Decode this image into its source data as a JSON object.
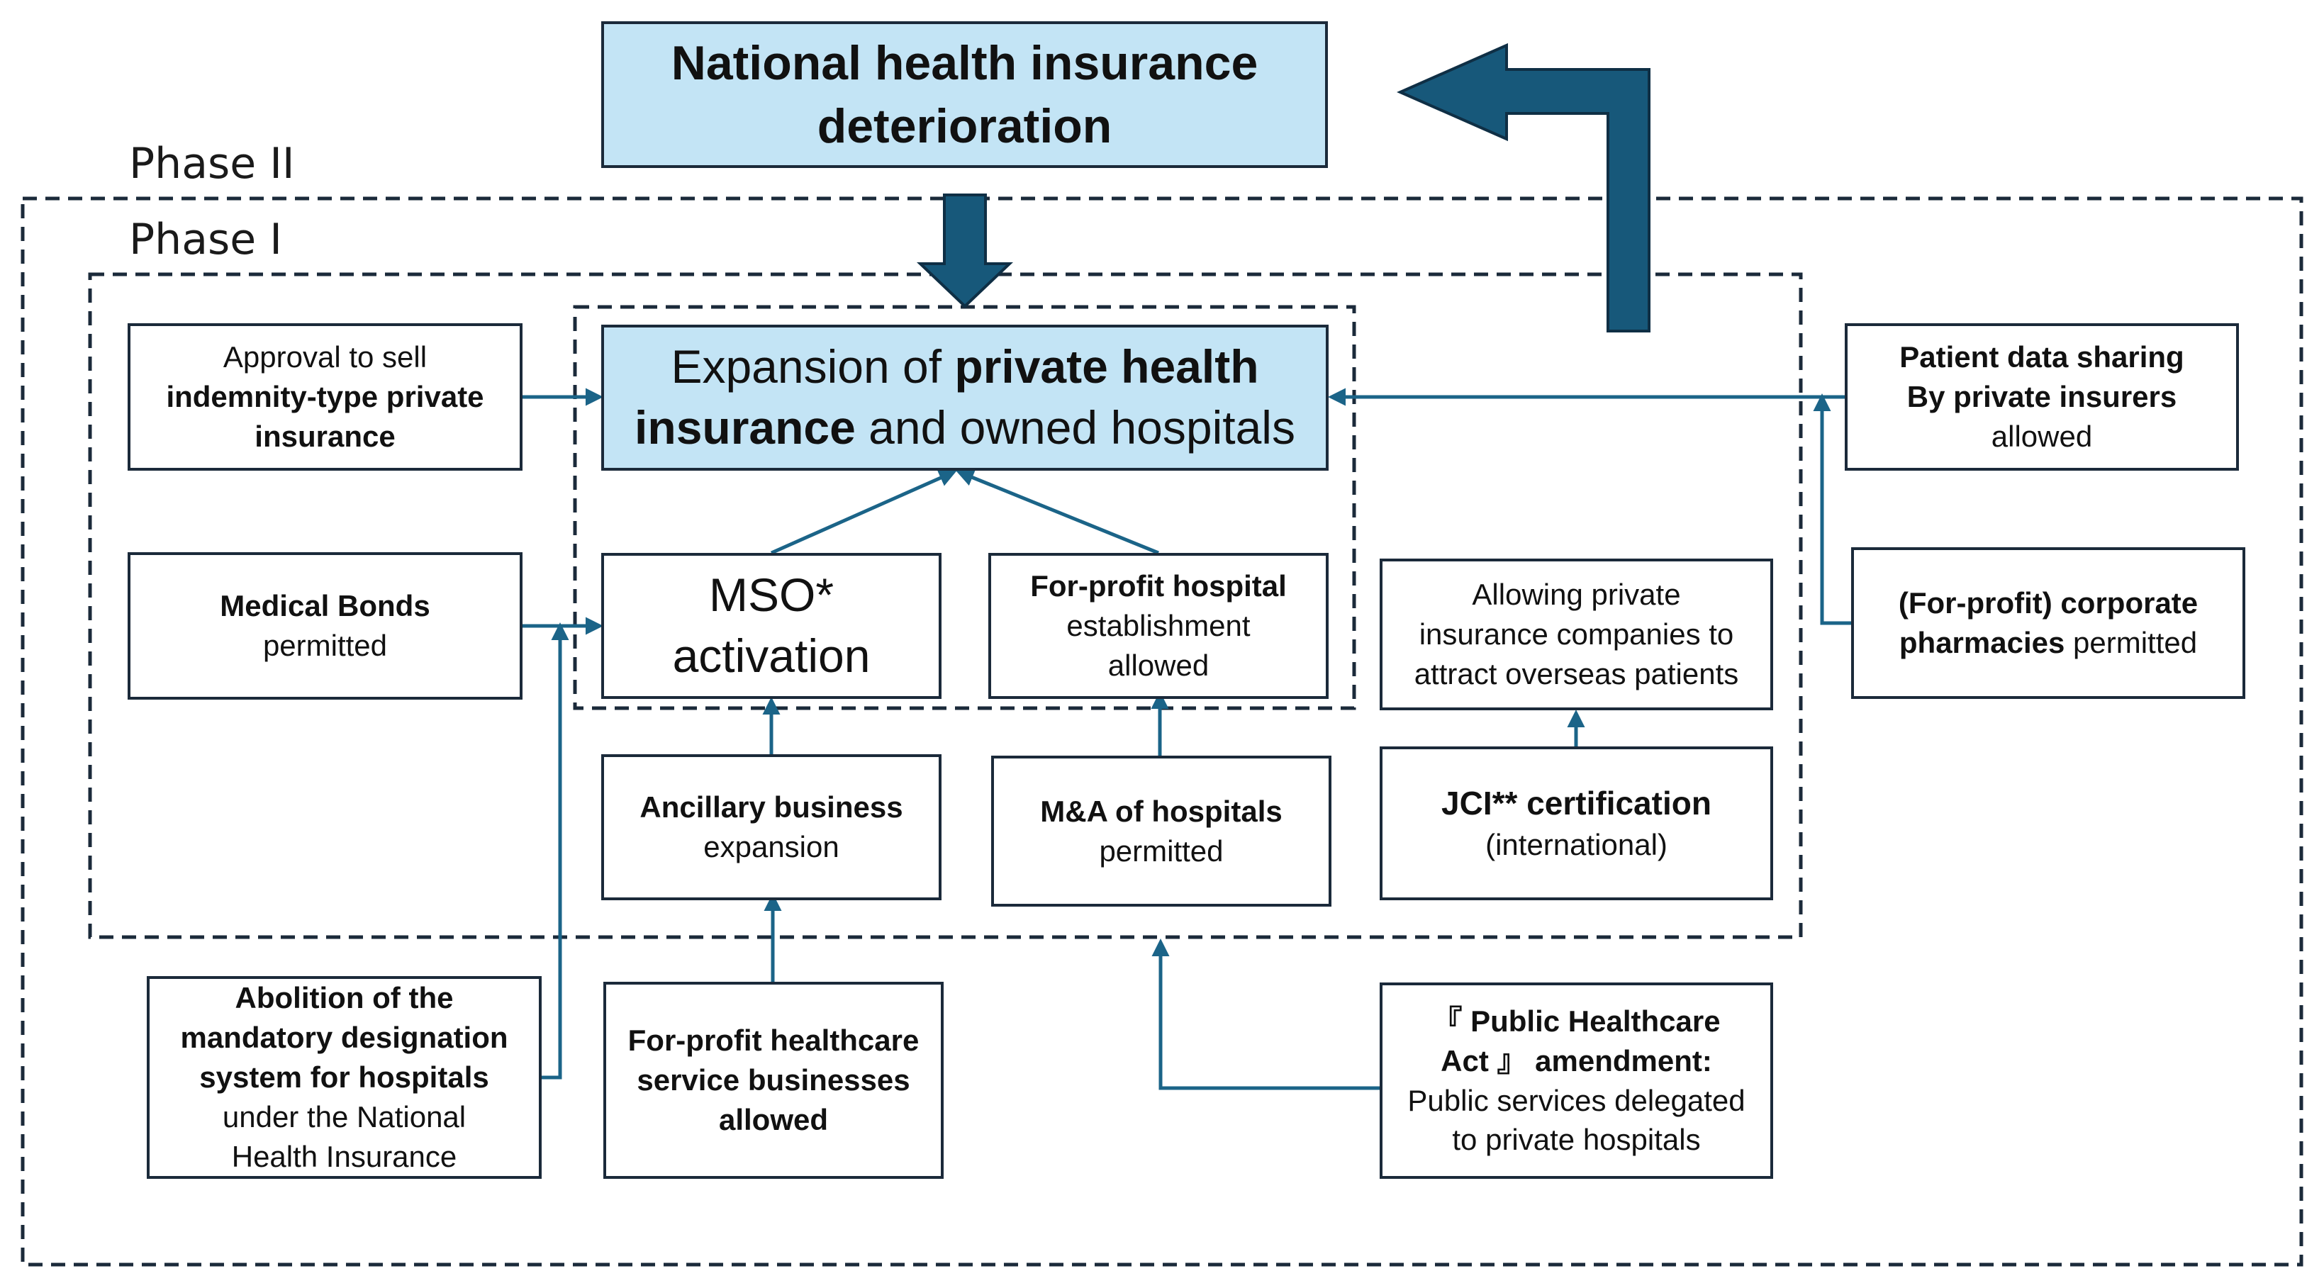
{
  "title_box": {
    "line1": "National health insurance",
    "line2": "deterioration"
  },
  "phases": {
    "phase2": "Phase II",
    "phase1": "Phase I"
  },
  "center_box": {
    "l1_a": "Expansion of ",
    "l1_b": "private health",
    "l2_a": "insurance",
    "l2_b": " and owned hospitals"
  },
  "mso": {
    "line1": "MSO*",
    "line2": "activation"
  },
  "forprofit_hospital": {
    "line1": "For-profit hospital",
    "line2": "establishment",
    "line3": "allowed"
  },
  "indemnity": {
    "line1": "Approval to sell",
    "line2": "indemnity-type private",
    "line3": "insurance"
  },
  "bonds": {
    "line1": "Medical Bonds",
    "line2": "permitted"
  },
  "ancillary": {
    "line1": "Ancillary business",
    "line2": "expansion"
  },
  "mna": {
    "line1": "M&A of hospitals",
    "line2": "permitted"
  },
  "overseas": {
    "line1": "Allowing private",
    "line2": "insurance companies to",
    "line3": "attract overseas patients"
  },
  "jci": {
    "line1": "JCI** certification",
    "line2": "(international)"
  },
  "patient_data": {
    "line1": "Patient data sharing",
    "line2": "By private insurers",
    "line3": "allowed"
  },
  "pharmacies": {
    "line1_a": "(For-profit) corporate",
    "line2_a": "pharmacies",
    "line2_b": " permitted"
  },
  "abolition": {
    "line1": "Abolition of the",
    "line2": "mandatory designation",
    "line3": "system for hospitals",
    "line4": "under the National",
    "line5": "Health Insurance"
  },
  "fp_services": {
    "line1": "For-profit healthcare",
    "line2": "service businesses",
    "line3": "allowed"
  },
  "public_act": {
    "line1": "『 Public Healthcare",
    "line2": "Act 』  amendment:",
    "line3": "Public services delegated",
    "line4": "to private hospitals"
  },
  "colors": {
    "arrow": "#1b6488",
    "arrow_dark": "#0f3f5c",
    "box_border": "#1b2a3a",
    "highlight": "#c3e4f5"
  }
}
